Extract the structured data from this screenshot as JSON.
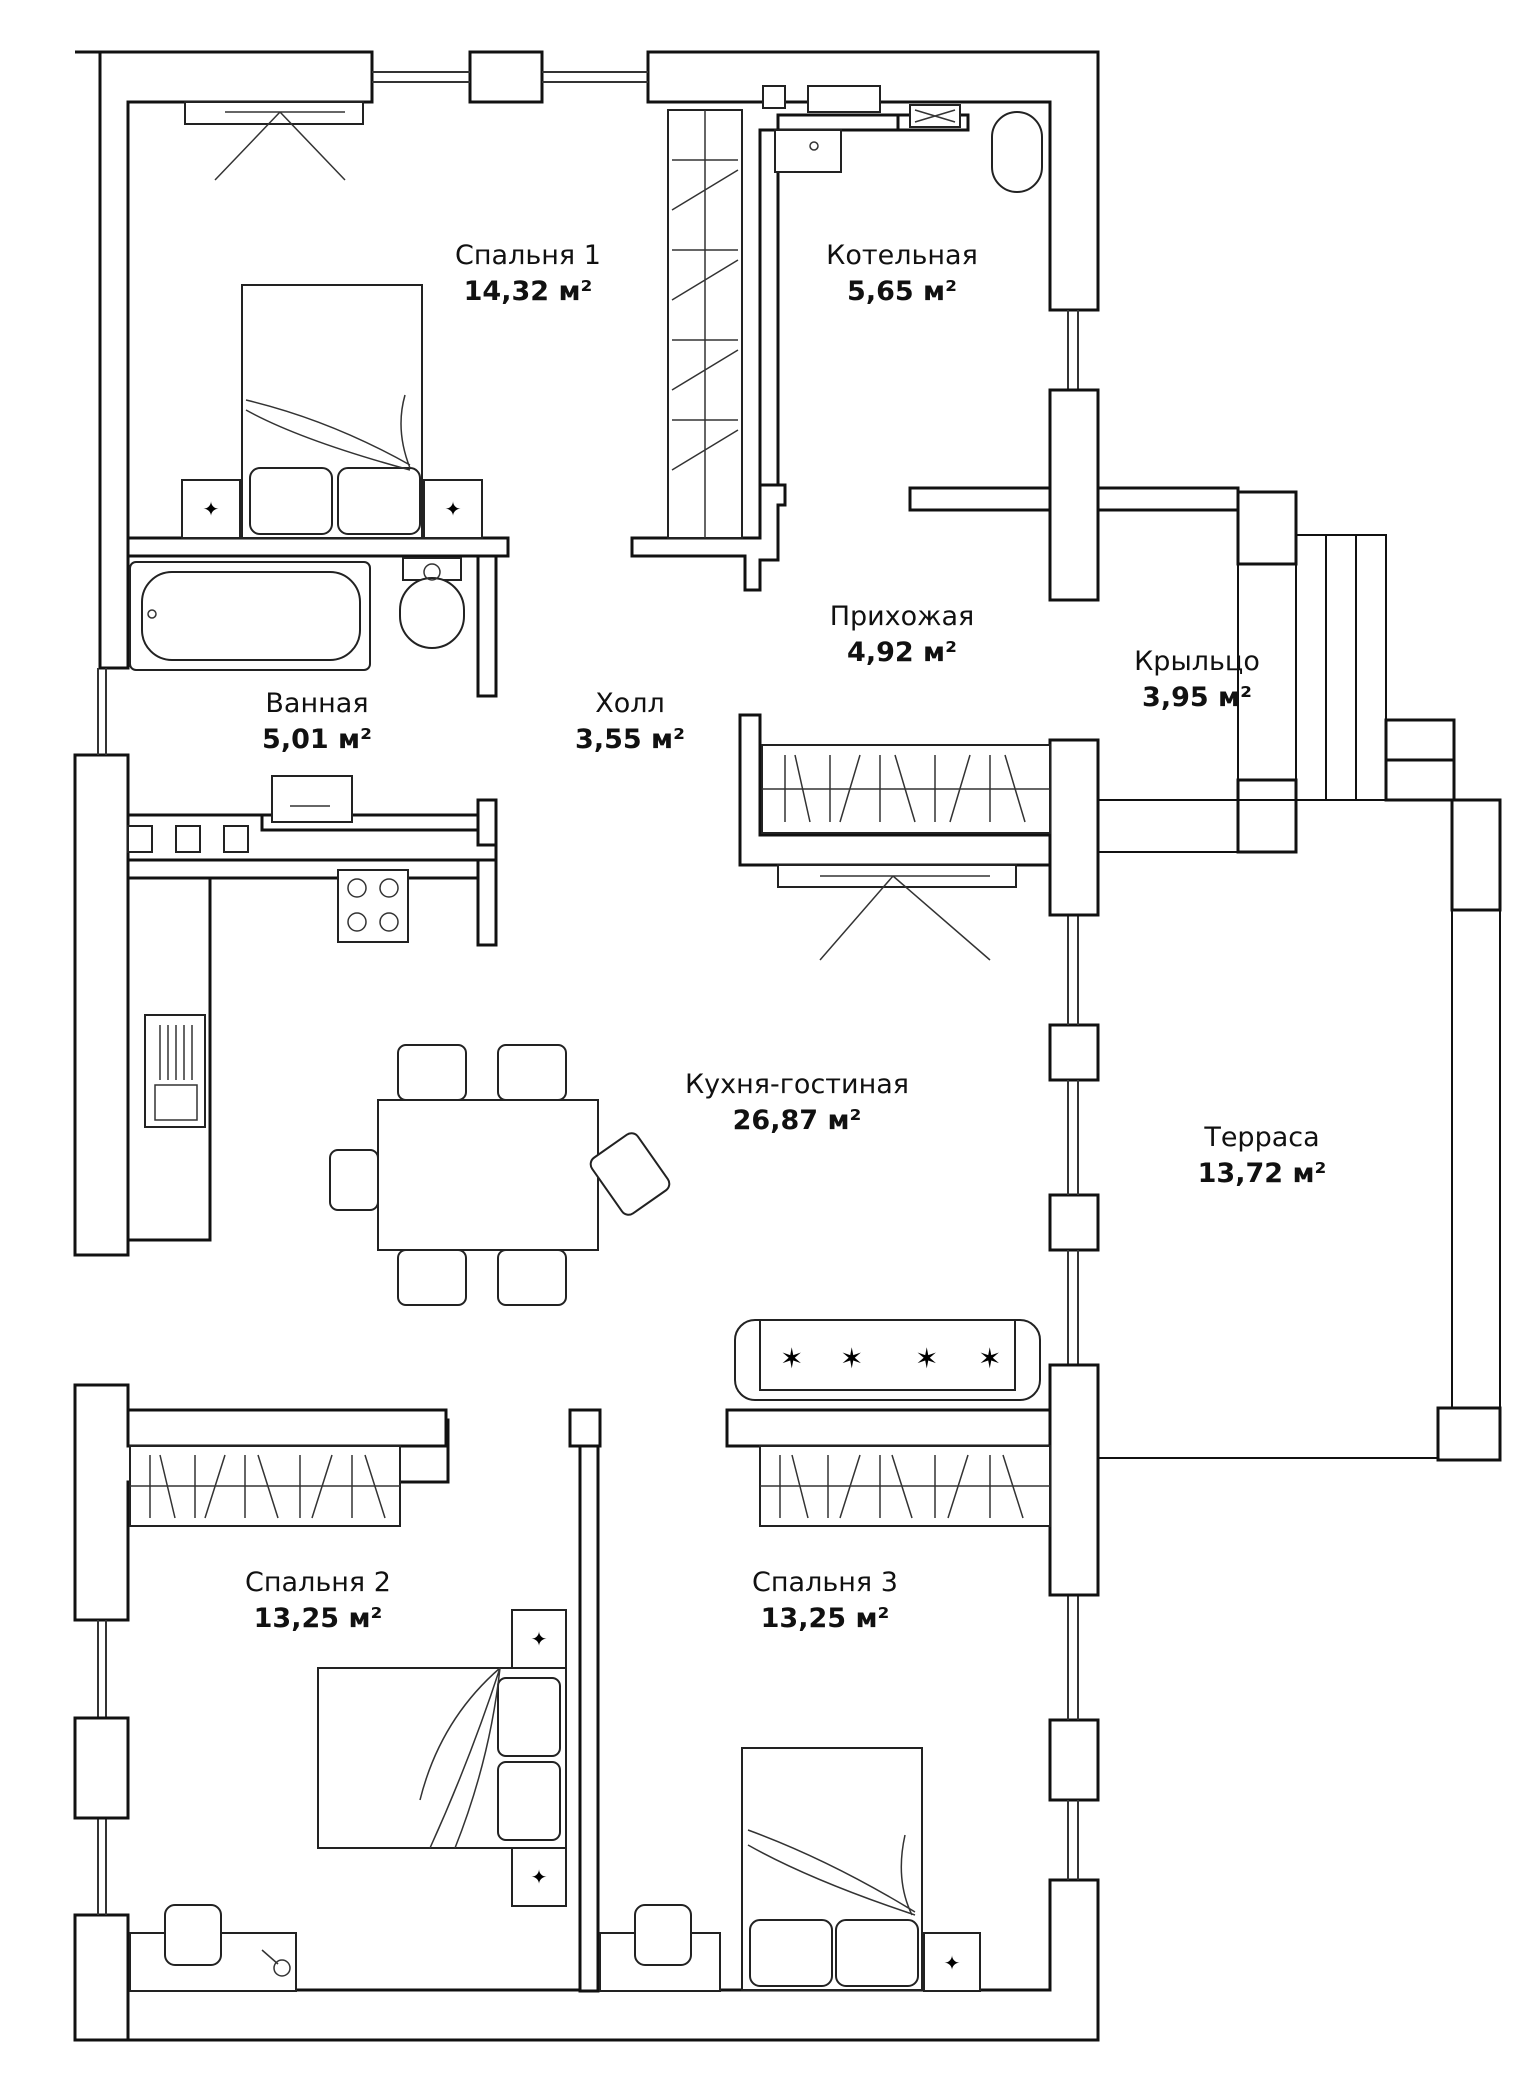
{
  "rooms": [
    {
      "id": "bedroom1",
      "name": "Спальня 1",
      "area": "14,32 м²"
    },
    {
      "id": "boiler",
      "name": "Котельная",
      "area": "5,65 м²"
    },
    {
      "id": "entry",
      "name": "Прихожая",
      "area": "4,92 м²"
    },
    {
      "id": "porch",
      "name": "Крыльцо",
      "area": "3,95 м²"
    },
    {
      "id": "bath",
      "name": "Ванная",
      "area": "5,01 м²"
    },
    {
      "id": "hall",
      "name": "Холл",
      "area": "3,55 м²"
    },
    {
      "id": "kitchen",
      "name": "Кухня-гостиная",
      "area": "26,87 м²"
    },
    {
      "id": "terrace",
      "name": "Терраса",
      "area": "13,72 м²"
    },
    {
      "id": "bedroom2",
      "name": "Спальня 2",
      "area": "13,25 м²"
    },
    {
      "id": "bedroom3",
      "name": "Спальня 3",
      "area": "13,25 м²"
    }
  ],
  "colors": {
    "wall": "#111111",
    "background": "#ffffff"
  }
}
